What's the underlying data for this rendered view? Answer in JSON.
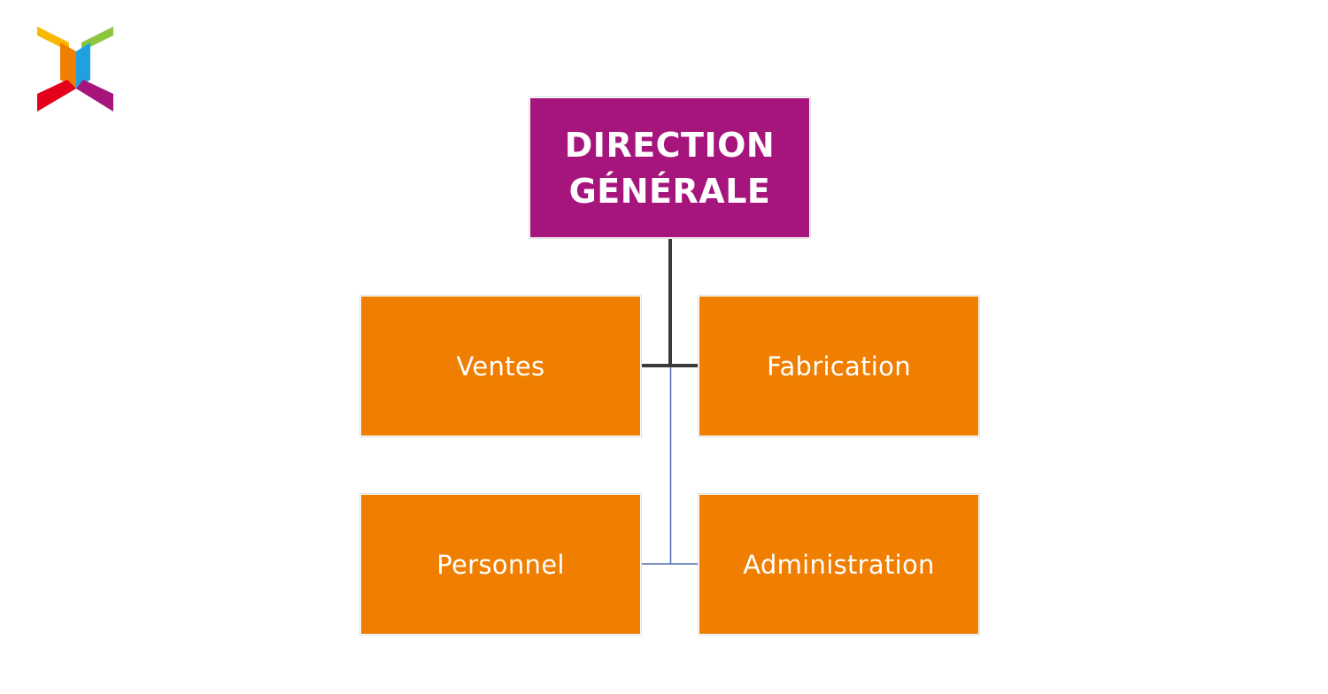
{
  "diagram": {
    "top": {
      "label": "DIRECTION GÉNÉRALE",
      "color": "#a6157c"
    },
    "children": [
      {
        "label": "Ventes",
        "color": "#f07e00"
      },
      {
        "label": "Fabrication",
        "color": "#f07e00"
      },
      {
        "label": "Personnel",
        "color": "#f07e00"
      },
      {
        "label": "Administration",
        "color": "#f07e00"
      }
    ],
    "connector_colors": {
      "primary": "#3a3a3a",
      "secondary": "#4a6bab"
    }
  },
  "logo": {
    "icon": "x-logo-icon",
    "colors": [
      "#f9b800",
      "#8cc63f",
      "#f07e00",
      "#1fa0e0",
      "#e4001b",
      "#a6157c"
    ]
  }
}
